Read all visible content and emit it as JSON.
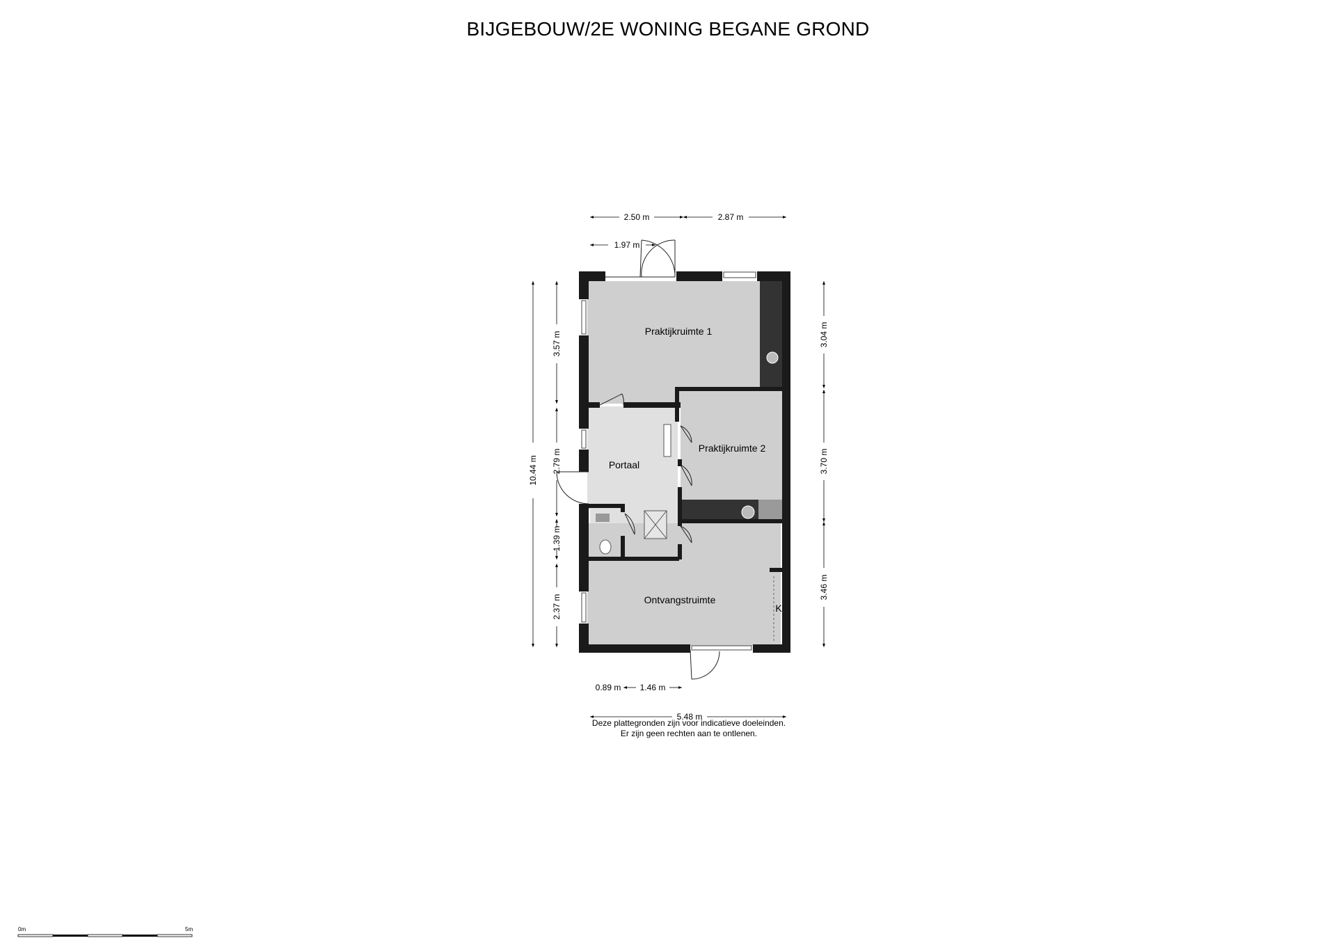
{
  "title": "BIJGEBOUW/2E WONING BEGANE GROND",
  "rooms": {
    "praktijkruimte1": "Praktijkruimte 1",
    "praktijkruimte2": "Praktijkruimte 2",
    "portaal": "Portaal",
    "ontvangstruimte": "Ontvangstruimte",
    "kast": "K"
  },
  "dimensions": {
    "top_left": "2.50 m",
    "top_right": "2.87 m",
    "door_width": "1.97 m",
    "left_total": "10.44 m",
    "left_room1": "3.57 m",
    "left_portaal": "2.79 m",
    "left_toilet": "1.39 m",
    "left_ontvangst": "2.37 m",
    "right_room1": "3.04 m",
    "right_room2": "3.70 m",
    "right_ontvangst": "3.46 m",
    "bottom_offset": "0.89 m",
    "bottom_door": "1.46 m",
    "bottom_total": "5.48 m"
  },
  "disclaimer": {
    "line1": "Deze plattegronden zijn voor indicatieve doeleinden.",
    "line2": "Er zijn geen rechten aan te ontlenen."
  },
  "scale": {
    "start": "0m",
    "end": "5m"
  }
}
